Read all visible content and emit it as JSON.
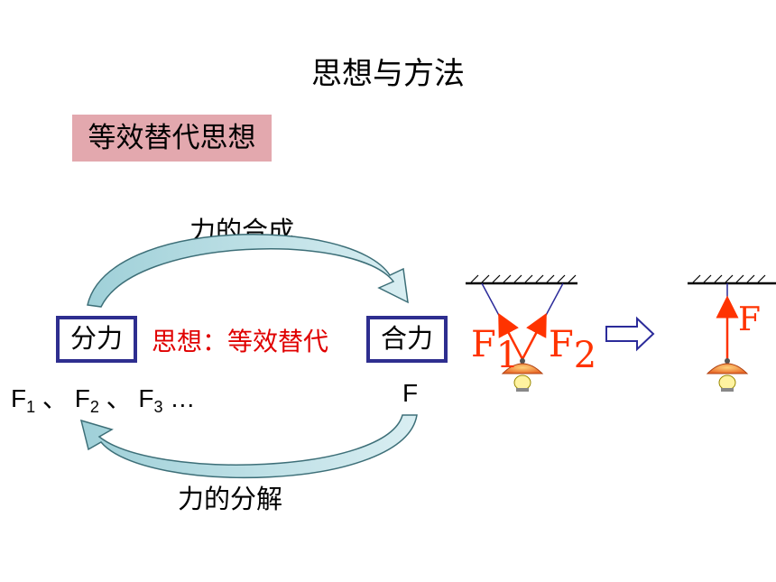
{
  "title": "思想与方法",
  "tag": "等效替代思想",
  "top_label": "力的合成",
  "bottom_label": "力的分解",
  "left_box": "分力",
  "right_box": "合力",
  "middle_text": "思想：等效替代",
  "component_forces": {
    "f1": "F",
    "s1": "1",
    "sep1": "、",
    "f2": "F",
    "s2": "2",
    "sep2": "、",
    "f3": "F",
    "s3": "3",
    "tail": "…"
  },
  "resultant_force": "F",
  "figure_left": {
    "f1_label": "F",
    "f1_sub": "1",
    "f2_label": "F",
    "f2_sub": "2"
  },
  "figure_right": {
    "f_label": "F"
  },
  "colors": {
    "accent_red": "#e00000",
    "box_border": "#2e2e8f",
    "tag_bg": "#e3a8ae",
    "force_orange": "#ff3300"
  }
}
